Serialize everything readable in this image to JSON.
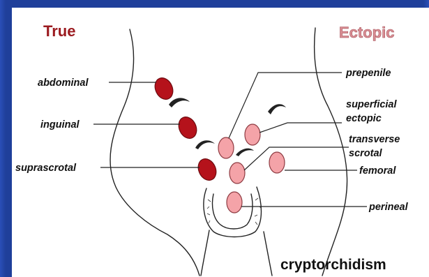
{
  "header": {
    "true_label": "True",
    "ectopic_label": "Ectopic"
  },
  "labels": {
    "abdominal": "abdominal",
    "inguinal": "inguinal",
    "suprascrotal": "suprascrotal",
    "prepenile": "prepenile",
    "superficial_line1": "superficial",
    "superficial_line2": "ectopic",
    "transverse_line1": "transverse",
    "transverse_line2": "scrotal",
    "femoral": "femoral",
    "perineal": "perineal"
  },
  "caption": "cryptorchidism",
  "colors": {
    "background": "#1f3f9a",
    "true_header": "#9b1a1f",
    "ectopic_header": "#d98e94",
    "true_testis": "#b5121b",
    "ectopic_testis": "#f4a3a8"
  }
}
